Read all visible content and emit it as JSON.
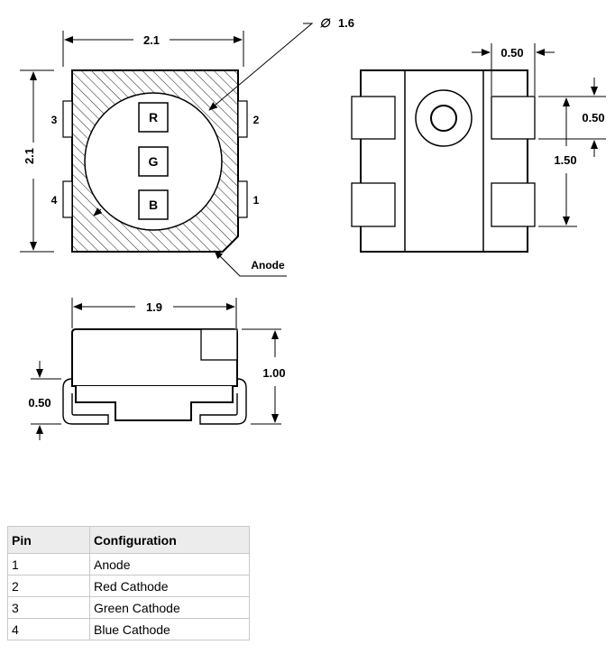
{
  "top_view": {
    "width_dim": "2.1",
    "height_dim": "2.1",
    "diameter_dim": "1.6",
    "diameter_symbol": "∅",
    "anode_label": "Anode",
    "pins": [
      "1",
      "2",
      "3",
      "4"
    ],
    "chips": [
      "R",
      "G",
      "B"
    ]
  },
  "bottom_view": {
    "pad_width_dim": "0.50",
    "pad_height_dim": "0.50",
    "pad_pitch_dim": "1.50"
  },
  "side_view": {
    "length_dim": "1.9",
    "height_dim": "1.00",
    "lead_height_dim": "0.50"
  },
  "pin_table": {
    "headers": [
      "Pin",
      "Configuration"
    ],
    "rows": [
      {
        "pin": "1",
        "config": "Anode"
      },
      {
        "pin": "2",
        "config": "Red Cathode"
      },
      {
        "pin": "3",
        "config": "Green Cathode"
      },
      {
        "pin": "4",
        "config": "Blue Cathode"
      }
    ]
  }
}
